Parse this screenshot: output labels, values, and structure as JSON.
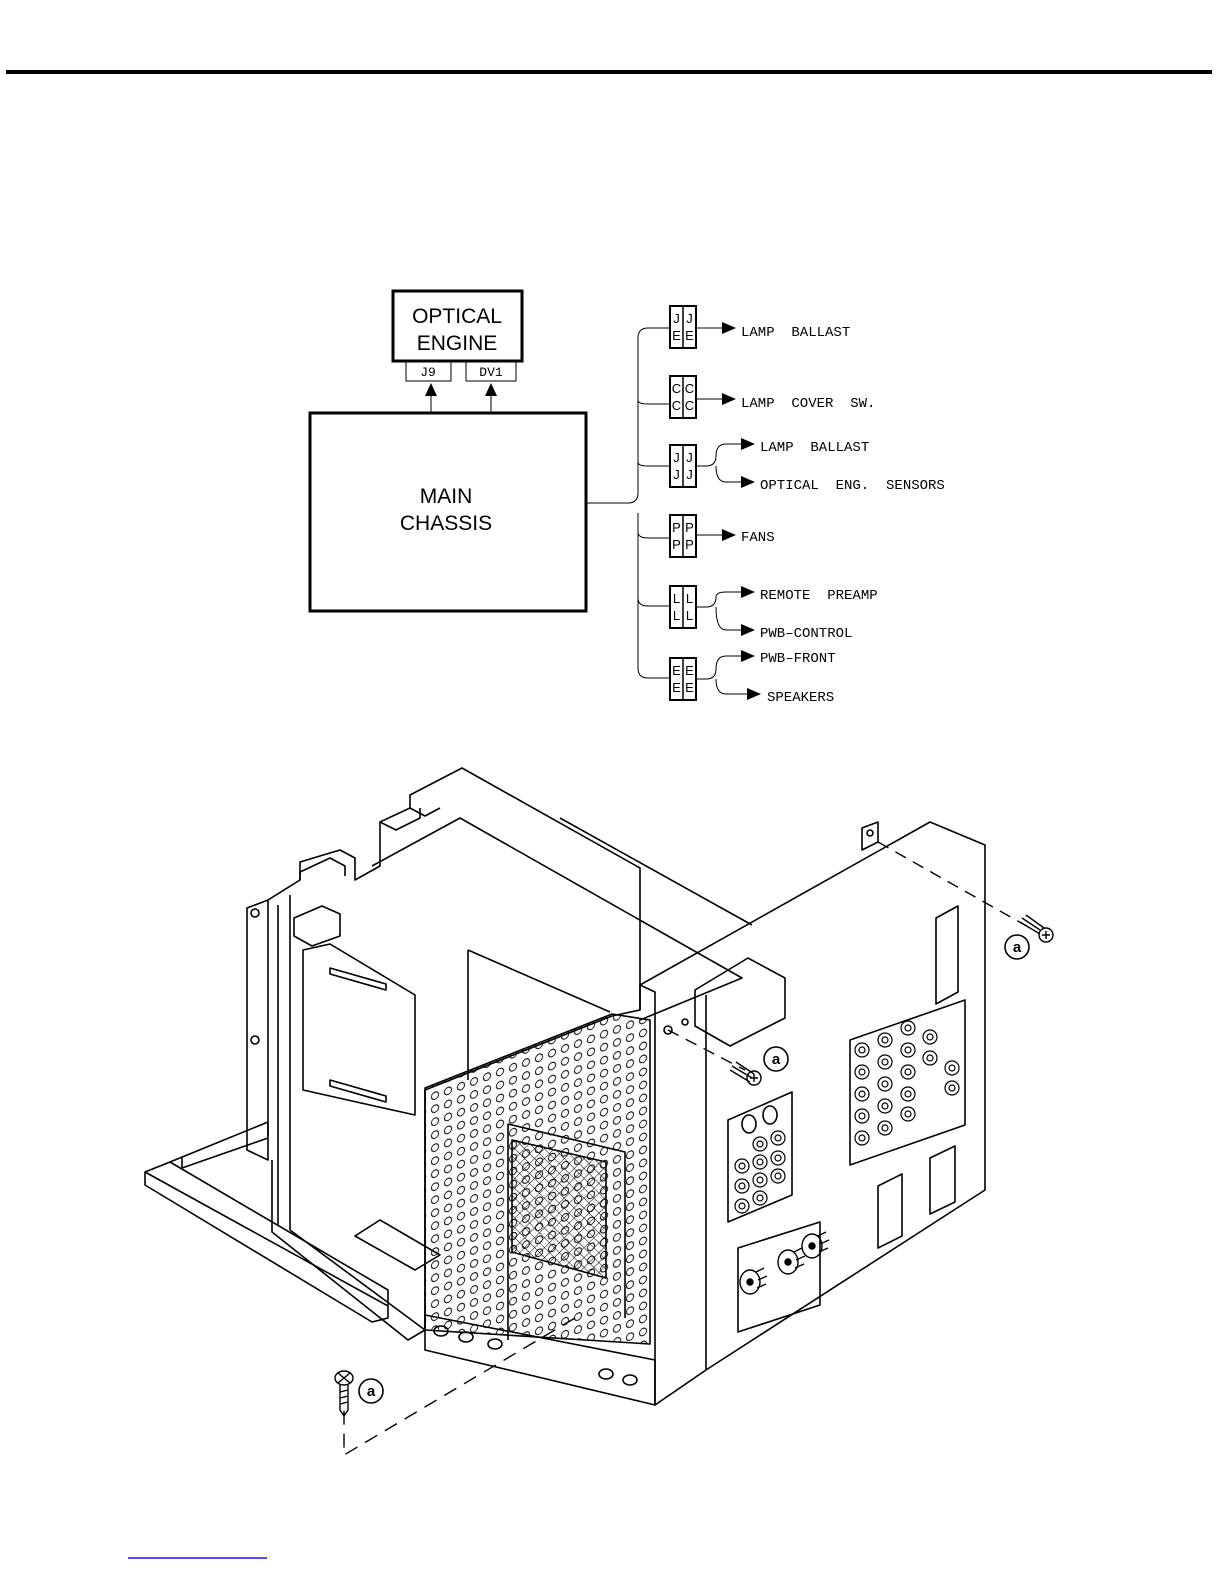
{
  "block_diagram": {
    "optical_engine": {
      "line1": "OPTICAL",
      "line2": "ENGINE"
    },
    "engine_ports": [
      "J9",
      "DV1"
    ],
    "main_chassis": {
      "line1": "MAIN",
      "line2": "CHASSIS"
    },
    "connectors": [
      {
        "letters": [
          "J",
          "J",
          "E",
          "E"
        ],
        "targets": [
          "LAMP  BALLAST"
        ]
      },
      {
        "letters": [
          "C",
          "C",
          "C",
          "C"
        ],
        "targets": [
          "LAMP  COVER  SW."
        ]
      },
      {
        "letters": [
          "J",
          "J",
          "J",
          "J"
        ],
        "targets": [
          "LAMP  BALLAST",
          "OPTICAL  ENG.  SENSORS"
        ]
      },
      {
        "letters": [
          "P",
          "P",
          "P",
          "P"
        ],
        "targets": [
          "FANS"
        ]
      },
      {
        "letters": [
          "L",
          "L",
          "L",
          "L"
        ],
        "targets": [
          "REMOTE  PREAMP",
          "PWB–CONTROL"
        ]
      },
      {
        "letters": [
          "E",
          "E",
          "E",
          "E"
        ],
        "targets": [
          "PWB–FRONT",
          "SPEAKERS"
        ]
      }
    ]
  },
  "exploded_view": {
    "screw_callout": "a"
  },
  "colors": {
    "ink": "#000000",
    "link": "#1a1aff"
  }
}
